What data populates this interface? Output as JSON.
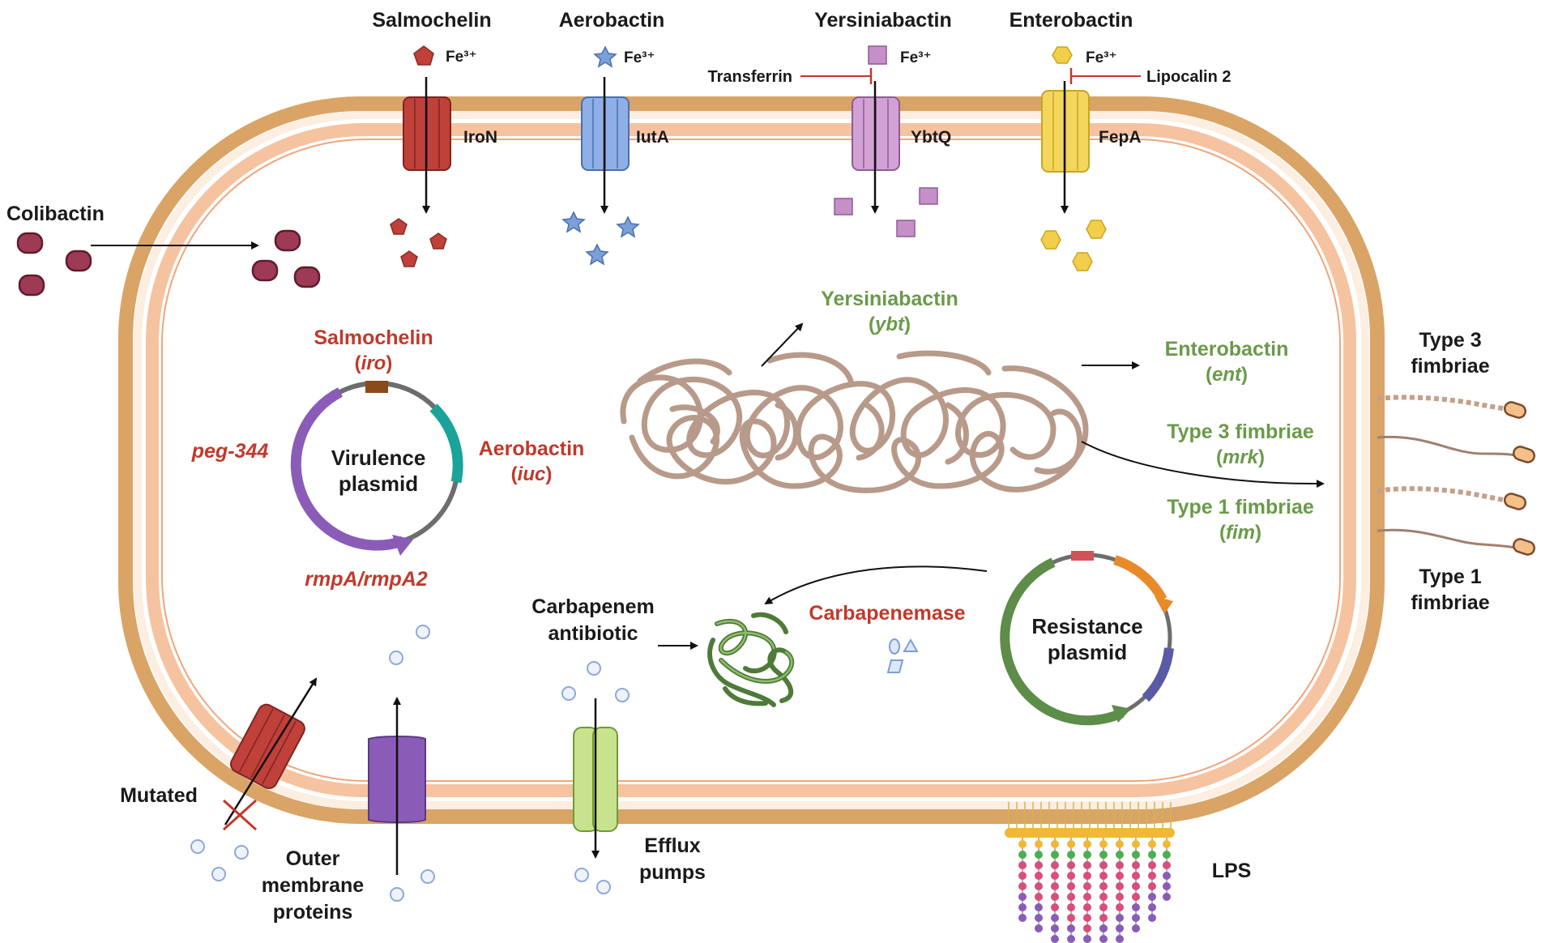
{
  "siderophores": [
    {
      "name": "Salmochelin",
      "ion": "Fe³⁺",
      "receptor": "IroN",
      "color": "#c0403a"
    },
    {
      "name": "Aerobactin",
      "ion": "Fe³⁺",
      "receptor": "IutA",
      "color": "#7b9fd8"
    },
    {
      "name": "Yersiniabactin",
      "ion": "Fe³⁺",
      "receptor": "YbtQ",
      "color": "#c58fc8"
    },
    {
      "name": "Enterobactin",
      "ion": "Fe³⁺",
      "receptor": "FepA",
      "color": "#f2cf4a"
    }
  ],
  "inhibitors": {
    "transferrin": "Transferrin",
    "lipocalin": "Lipocalin 2"
  },
  "colibactin": "Colibactin",
  "virulence_plasmid": {
    "title_line1": "Virulence",
    "title_line2": "plasmid",
    "salmochelin": "Salmochelin",
    "salmochelin_gene": "iro",
    "aerobactin": "Aerobactin",
    "aerobactin_gene": "iuc",
    "peg": "peg-344",
    "rmpa": "rmpA/rmpA2"
  },
  "chromosome_genes": {
    "yersiniabactin": "Yersiniabactin",
    "yersiniabactin_gene": "ybt",
    "enterobactin": "Enterobactin",
    "enterobactin_gene": "ent",
    "type3": "Type 3 fimbriae",
    "type3_gene": "mrk",
    "type1": "Type 1 fimbriae",
    "type1_gene": "fim"
  },
  "fimbriae": {
    "type3_line1": "Type 3",
    "type3_line2": "fimbriae",
    "type1_line1": "Type 1",
    "type1_line2": "fimbriae"
  },
  "resistance": {
    "plasmid_line1": "Resistance",
    "plasmid_line2": "plasmid",
    "enzyme": "Carbapenemase",
    "antibiotic_line1": "Carbapenem",
    "antibiotic_line2": "antibiotic"
  },
  "membrane": {
    "mutated": "Mutated",
    "omp_line1": "Outer",
    "omp_line2": "membrane",
    "omp_line3": "proteins",
    "efflux_line1": "Efflux",
    "efflux_line2": "pumps",
    "lps": "LPS"
  },
  "colors": {
    "outer_membrane": "#d9a466",
    "inner_membrane": "#f5c3a0",
    "label_red": "#c0392b",
    "label_green": "#6a9a4a"
  }
}
